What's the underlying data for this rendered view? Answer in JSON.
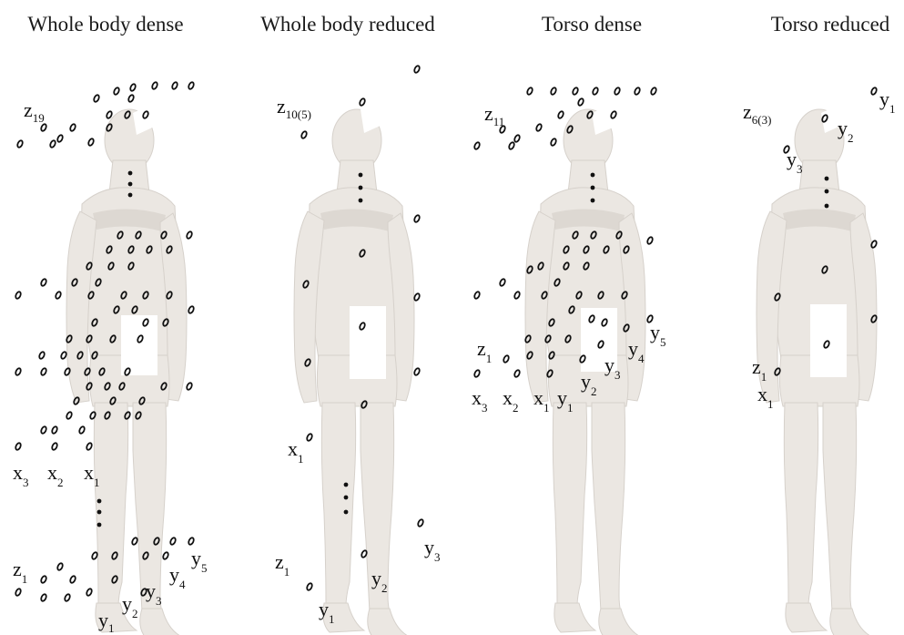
{
  "panels": [
    {
      "title": "Whole body dense",
      "labels": [
        {
          "id": "z19",
          "main": "z",
          "sub": "19"
        },
        {
          "id": "x3",
          "main": "x",
          "sub": "3"
        },
        {
          "id": "x2",
          "main": "x",
          "sub": "2"
        },
        {
          "id": "x1",
          "main": "x",
          "sub": "1"
        },
        {
          "id": "z1",
          "main": "z",
          "sub": "1"
        },
        {
          "id": "y1",
          "main": "y",
          "sub": "1"
        },
        {
          "id": "y2",
          "main": "y",
          "sub": "2"
        },
        {
          "id": "y3",
          "main": "y",
          "sub": "3"
        },
        {
          "id": "y4",
          "main": "y",
          "sub": "4"
        },
        {
          "id": "y5",
          "main": "y",
          "sub": "5"
        }
      ]
    },
    {
      "title": "Whole body reduced",
      "labels": [
        {
          "id": "z10",
          "main": "z",
          "sub": "10(5)"
        },
        {
          "id": "x1",
          "main": "x",
          "sub": "1"
        },
        {
          "id": "z1",
          "main": "z",
          "sub": "1"
        },
        {
          "id": "y1",
          "main": "y",
          "sub": "1"
        },
        {
          "id": "y2",
          "main": "y",
          "sub": "2"
        },
        {
          "id": "y3",
          "main": "y",
          "sub": "3"
        }
      ]
    },
    {
      "title": "Torso dense",
      "labels": [
        {
          "id": "z11",
          "main": "z",
          "sub": "11"
        },
        {
          "id": "z1",
          "main": "z",
          "sub": "1"
        },
        {
          "id": "x3",
          "main": "x",
          "sub": "3"
        },
        {
          "id": "x2",
          "main": "x",
          "sub": "2"
        },
        {
          "id": "x1",
          "main": "x",
          "sub": "1"
        },
        {
          "id": "y1",
          "main": "y",
          "sub": "1"
        },
        {
          "id": "y2",
          "main": "y",
          "sub": "2"
        },
        {
          "id": "y3",
          "main": "y",
          "sub": "3"
        },
        {
          "id": "y4",
          "main": "y",
          "sub": "4"
        },
        {
          "id": "y5",
          "main": "y",
          "sub": "5"
        }
      ]
    },
    {
      "title": "Torso reduced",
      "labels": [
        {
          "id": "z6",
          "main": "z",
          "sub": "6(3)"
        },
        {
          "id": "y1",
          "main": "y",
          "sub": "1"
        },
        {
          "id": "y2",
          "main": "y",
          "sub": "2"
        },
        {
          "id": "y3",
          "main": "y",
          "sub": "3"
        },
        {
          "id": "z1",
          "main": "z",
          "sub": "1"
        },
        {
          "id": "x1",
          "main": "x",
          "sub": "1"
        }
      ]
    }
  ],
  "colors": {
    "figure": "#ebe7e2",
    "marker": "#111111",
    "background": "#ffffff"
  }
}
